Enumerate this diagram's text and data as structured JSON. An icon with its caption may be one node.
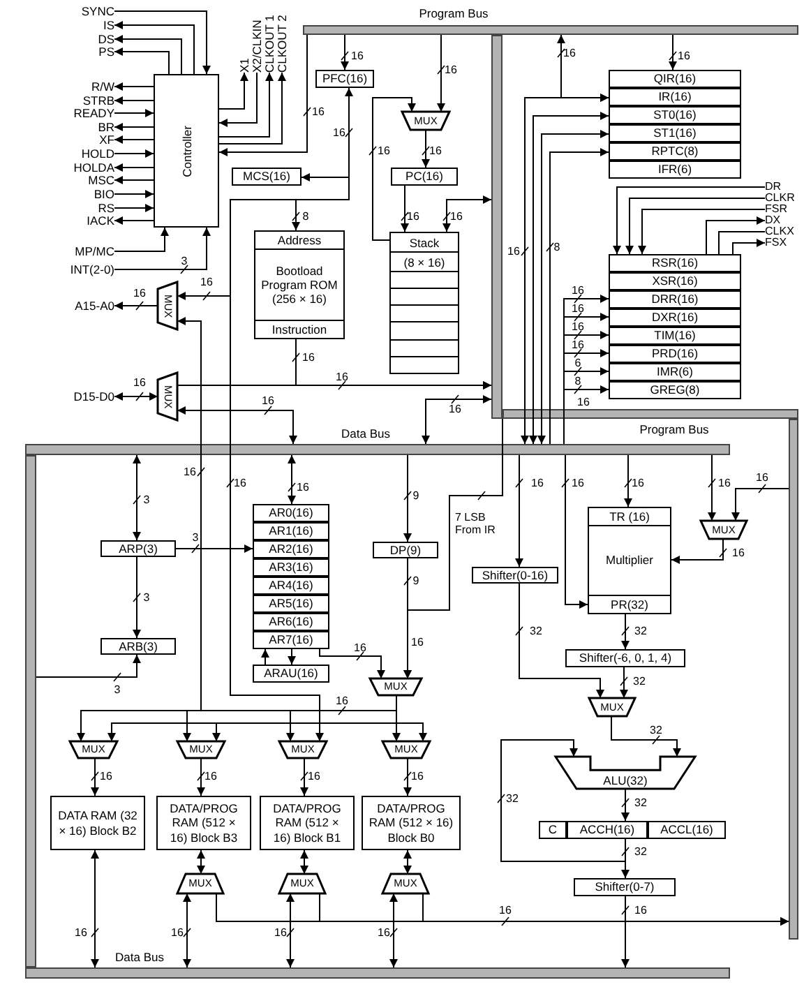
{
  "diagram": {
    "nodes": [
      {
        "text": [
          "SYNC"
        ]
      },
      {
        "text": [
          "IS"
        ]
      },
      {
        "text": [
          "DS"
        ]
      },
      {
        "text": [
          "PS"
        ]
      },
      {
        "text": [
          "R/W"
        ]
      },
      {
        "text": [
          "STRB"
        ]
      },
      {
        "text": [
          "READY"
        ]
      },
      {
        "text": [
          "BR"
        ]
      },
      {
        "text": [
          "XF"
        ]
      },
      {
        "text": [
          "HOLD"
        ]
      },
      {
        "text": [
          "HOLDA"
        ]
      },
      {
        "text": [
          "MSC"
        ]
      },
      {
        "text": [
          "BIO"
        ]
      },
      {
        "text": [
          "RS"
        ]
      },
      {
        "text": [
          "IACK"
        ]
      },
      {
        "text": [
          "MP/MC"
        ]
      },
      {
        "text": [
          "INT(2-0)"
        ]
      },
      {
        "text": [
          "Controller"
        ]
      },
      {
        "text": [
          "X1"
        ]
      },
      {
        "text": [
          "X2/CLKIN"
        ]
      },
      {
        "text": [
          "CLKOUT 1"
        ]
      },
      {
        "text": [
          "CLKOUT 2"
        ]
      },
      {
        "text": [
          "PFC(16)"
        ]
      },
      {
        "text": [
          "MUX"
        ]
      },
      {
        "text": [
          "PC(16)"
        ]
      },
      {
        "text": [
          "MCS(16)"
        ]
      },
      {
        "text": [
          "Address",
          "Bootload Program ROM (256 × 16)",
          "Instruction"
        ]
      },
      {
        "text": [
          "Stack",
          "(8 × 16)"
        ]
      },
      {
        "text": [
          "MUX"
        ]
      },
      {
        "text": [
          "A15-A0"
        ]
      },
      {
        "text": [
          "MUX"
        ]
      },
      {
        "text": [
          "D15-D0"
        ]
      },
      {
        "text": [
          "QIR(16)"
        ]
      },
      {
        "text": [
          "IR(16)"
        ]
      },
      {
        "text": [
          "ST0(16)"
        ]
      },
      {
        "text": [
          "ST1(16)"
        ]
      },
      {
        "text": [
          "RPTC(8)"
        ]
      },
      {
        "text": [
          "IFR(6)"
        ]
      },
      {
        "text": [
          "DR"
        ]
      },
      {
        "text": [
          "CLKR"
        ]
      },
      {
        "text": [
          "FSR"
        ]
      },
      {
        "text": [
          "DX"
        ]
      },
      {
        "text": [
          "CLKX"
        ]
      },
      {
        "text": [
          "FSX"
        ]
      },
      {
        "text": [
          "RSR(16)"
        ]
      },
      {
        "text": [
          "XSR(16)"
        ]
      },
      {
        "text": [
          "DRR(16)"
        ]
      },
      {
        "text": [
          "DXR(16)"
        ]
      },
      {
        "text": [
          "TIM(16)"
        ]
      },
      {
        "text": [
          "PRD(16)"
        ]
      },
      {
        "text": [
          "IMR(6)"
        ]
      },
      {
        "text": [
          "GREG(8)"
        ]
      },
      {
        "text": [
          "ARP(3)"
        ]
      },
      {
        "text": [
          "ARB(3)"
        ]
      },
      {
        "text": [
          "AR0(16)"
        ]
      },
      {
        "text": [
          "AR1(16)"
        ]
      },
      {
        "text": [
          "AR2(16)"
        ]
      },
      {
        "text": [
          "AR3(16)"
        ]
      },
      {
        "text": [
          "AR4(16)"
        ]
      },
      {
        "text": [
          "AR5(16)"
        ]
      },
      {
        "text": [
          "AR6(16)"
        ]
      },
      {
        "text": [
          "AR7(16)"
        ]
      },
      {
        "text": [
          "ARAU(16)"
        ]
      },
      {
        "text": [
          "DP(9)"
        ]
      },
      {
        "text": [
          "MUX"
        ]
      },
      {
        "text": [
          "TR (16)",
          "Multiplier",
          "PR(32)"
        ]
      },
      {
        "text": [
          "MUX"
        ]
      },
      {
        "text": [
          "Shifter(0-16)"
        ]
      },
      {
        "text": [
          "Shifter(-6, 0, 1, 4)"
        ]
      },
      {
        "text": [
          "MUX"
        ]
      },
      {
        "text": [
          "ALU(32)"
        ]
      },
      {
        "text": [
          "C"
        ]
      },
      {
        "text": [
          "ACCH(16)"
        ]
      },
      {
        "text": [
          "ACCL(16)"
        ]
      },
      {
        "text": [
          "Shifter(0-7)"
        ]
      },
      {
        "text": [
          "MUX"
        ]
      },
      {
        "text": [
          "MUX"
        ]
      },
      {
        "text": [
          "MUX"
        ]
      },
      {
        "text": [
          "MUX"
        ]
      },
      {
        "text": [
          "DATA RAM (32 × 16) Block B2"
        ]
      },
      {
        "text": [
          "DATA/PROG RAM (512 × 16) Block B3"
        ]
      },
      {
        "text": [
          "DATA/PROG RAM (512 × 16) Block B1"
        ]
      },
      {
        "text": [
          "DATA/PROG RAM (512 × 16) Block B0"
        ]
      },
      {
        "text": [
          "MUX"
        ]
      },
      {
        "text": [
          "MUX"
        ]
      },
      {
        "text": [
          "MUX"
        ]
      },
      {
        "text": [],
        "shape": "bar",
        "beside": [
          "Program Bus"
        ]
      },
      {
        "text": [],
        "shape": "bar"
      },
      {
        "text": [],
        "shape": "bar",
        "beside": [
          "Program Bus"
        ]
      },
      {
        "text": [],
        "shape": "bar"
      },
      {
        "text": [],
        "shape": "bar",
        "beside": [
          "Data Bus"
        ]
      },
      {
        "text": [],
        "shape": "bar"
      },
      {
        "text": [],
        "shape": "bar",
        "beside": [
          "Data Bus"
        ]
      }
    ],
    "edges": [
      {
        "from": 0,
        "to": 17,
        "arrow": "to"
      },
      {
        "from": 17,
        "to": 1,
        "arrow": "to"
      },
      {
        "from": 17,
        "to": 2,
        "arrow": "to"
      },
      {
        "from": 17,
        "to": 3,
        "arrow": "to"
      },
      {
        "from": 17,
        "to": 4,
        "arrow": "to"
      },
      {
        "from": 17,
        "to": 5,
        "arrow": "to"
      },
      {
        "from": 6,
        "to": 17,
        "arrow": "to"
      },
      {
        "from": 17,
        "to": 7,
        "arrow": "to"
      },
      {
        "from": 17,
        "to": 8,
        "arrow": "to"
      },
      {
        "from": 9,
        "to": 17,
        "arrow": "to"
      },
      {
        "from": 17,
        "to": 10,
        "arrow": "to"
      },
      {
        "from": 17,
        "to": 11,
        "arrow": "to"
      },
      {
        "from": 12,
        "to": 17,
        "arrow": "to"
      },
      {
        "from": 13,
        "to": 17,
        "arrow": "to"
      },
      {
        "from": 17,
        "to": 14,
        "arrow": "to"
      },
      {
        "from": 15,
        "to": 17,
        "arrow": "to"
      },
      {
        "from": 16,
        "to": 17,
        "arrow": "to",
        "label": "3"
      },
      {
        "from": 17,
        "to": 18,
        "arrow": "to"
      },
      {
        "from": 19,
        "to": 17,
        "arrow": "to"
      },
      {
        "from": 17,
        "to": 20,
        "arrow": "to"
      },
      {
        "from": 17,
        "to": 21,
        "arrow": "to"
      },
      {
        "from": 86,
        "to": 17,
        "arrow": "to",
        "label": "16"
      },
      {
        "from": 86,
        "to": 22,
        "arrow": "to",
        "label": "16"
      },
      {
        "from": 22,
        "to": 26,
        "arrow": "to",
        "label": "8"
      },
      {
        "from": 22,
        "to": 25,
        "arrow": "both",
        "label": "16"
      },
      {
        "from": 86,
        "to": 23,
        "arrow": "to",
        "label": "16"
      },
      {
        "from": 23,
        "to": 24,
        "arrow": "to",
        "label": "16"
      },
      {
        "from": 27,
        "to": 23,
        "arrow": "to",
        "label": "16"
      },
      {
        "from": 24,
        "to": 27,
        "arrow": "to",
        "label": "16"
      },
      {
        "from": 27,
        "to": 87,
        "arrow": "both",
        "label": "16"
      },
      {
        "from": 22,
        "to": 28,
        "arrow": "to",
        "label": "16"
      },
      {
        "from": 28,
        "to": 29,
        "arrow": "to",
        "label": "16"
      },
      {
        "from": 64,
        "to": 28,
        "arrow": "to",
        "label": "16"
      },
      {
        "from": 26,
        "to": 87,
        "arrow": "to",
        "label": "16"
      },
      {
        "from": 30,
        "to": 87,
        "arrow": "to",
        "label": "16"
      },
      {
        "from": 31,
        "to": 30,
        "arrow": "both",
        "label": "16"
      },
      {
        "from": 90,
        "to": 30,
        "arrow": "both",
        "label": "16"
      },
      {
        "from": 90,
        "to": 87,
        "arrow": "both",
        "label": "16"
      },
      {
        "from": 86,
        "to": 32,
        "arrow": "to",
        "label": "16"
      },
      {
        "from": 86,
        "to": 33,
        "arrow": "both",
        "label": "16"
      },
      {
        "from": 90,
        "to": 33,
        "arrow": "both",
        "label": "16"
      },
      {
        "from": 90,
        "to": 34,
        "arrow": "both"
      },
      {
        "from": 90,
        "to": 35,
        "arrow": "both"
      },
      {
        "from": 90,
        "to": 36,
        "arrow": "to",
        "label": "8"
      },
      {
        "from": 38,
        "to": 44,
        "arrow": "to"
      },
      {
        "from": 39,
        "to": 44,
        "arrow": "to"
      },
      {
        "from": 40,
        "to": 44,
        "arrow": "to"
      },
      {
        "from": 44,
        "to": 41,
        "arrow": "to"
      },
      {
        "from": 44,
        "to": 42,
        "arrow": "none"
      },
      {
        "from": 44,
        "to": 43,
        "arrow": "to"
      },
      {
        "from": 90,
        "to": 46,
        "arrow": "to",
        "label": "16"
      },
      {
        "from": 90,
        "to": 47,
        "arrow": "to",
        "label": "16"
      },
      {
        "from": 90,
        "to": 48,
        "arrow": "to",
        "label": "16"
      },
      {
        "from": 90,
        "to": 49,
        "arrow": "to",
        "label": "16"
      },
      {
        "from": 90,
        "to": 50,
        "arrow": "to",
        "label": "6"
      },
      {
        "from": 90,
        "to": 51,
        "arrow": "to",
        "label": "8"
      },
      {
        "from": 90,
        "to": 52,
        "arrow": "both",
        "label": "3"
      },
      {
        "from": 52,
        "to": 53,
        "arrow": "to",
        "label": "3"
      },
      {
        "from": 91,
        "to": 53,
        "arrow": "to",
        "label": "3"
      },
      {
        "from": 52,
        "to": 56,
        "arrow": "to",
        "label": "3"
      },
      {
        "from": 90,
        "to": 54,
        "arrow": "both",
        "label": "16"
      },
      {
        "from": 62,
        "to": 61,
        "arrow": "to"
      },
      {
        "from": 61,
        "to": 62,
        "arrow": "to"
      },
      {
        "from": 61,
        "to": 64,
        "arrow": "to",
        "label": "16"
      },
      {
        "from": 90,
        "to": 63,
        "arrow": "to",
        "label": "9"
      },
      {
        "from": 63,
        "to": 64,
        "arrow": "to",
        "label": "9"
      },
      {
        "from": 87,
        "to": 64,
        "arrow": "to",
        "label": "7 LSB From IR"
      },
      {
        "from": 90,
        "to": 67,
        "arrow": "to",
        "label": "16"
      },
      {
        "from": 90,
        "to": 65,
        "arrow": "to",
        "label": "16"
      },
      {
        "from": 90,
        "to": 65,
        "arrow": "to",
        "label": "16"
      },
      {
        "from": 90,
        "to": 66,
        "arrow": "to",
        "label": "16"
      },
      {
        "from": 89,
        "to": 66,
        "arrow": "to",
        "label": "16"
      },
      {
        "from": 66,
        "to": 65,
        "arrow": "to",
        "label": "16"
      },
      {
        "from": 67,
        "to": 69,
        "arrow": "to",
        "label": "32"
      },
      {
        "from": 65,
        "to": 68,
        "arrow": "to",
        "label": "32"
      },
      {
        "from": 68,
        "to": 69,
        "arrow": "to",
        "label": "32"
      },
      {
        "from": 69,
        "to": 70,
        "arrow": "to",
        "label": "32"
      },
      {
        "from": 72,
        "to": 70,
        "arrow": "to",
        "label": "32"
      },
      {
        "from": 70,
        "to": 72,
        "arrow": "to",
        "label": "32"
      },
      {
        "from": 72,
        "to": 74,
        "arrow": "to",
        "label": "32"
      },
      {
        "from": 74,
        "to": 92,
        "arrow": "to",
        "label": "16"
      },
      {
        "from": 75,
        "to": 79,
        "arrow": "to",
        "label": "16"
      },
      {
        "from": 76,
        "to": 80,
        "arrow": "to",
        "label": "16"
      },
      {
        "from": 77,
        "to": 81,
        "arrow": "to",
        "label": "16"
      },
      {
        "from": 78,
        "to": 82,
        "arrow": "to",
        "label": "16"
      },
      {
        "from": 79,
        "to": 92,
        "arrow": "both",
        "label": "16"
      },
      {
        "from": 80,
        "to": 83,
        "arrow": "both"
      },
      {
        "from": 81,
        "to": 84,
        "arrow": "both"
      },
      {
        "from": 82,
        "to": 85,
        "arrow": "both"
      },
      {
        "from": 92,
        "to": 83,
        "arrow": "both",
        "label": "16"
      },
      {
        "from": 92,
        "to": 84,
        "arrow": "both",
        "label": "16"
      },
      {
        "from": 92,
        "to": 85,
        "arrow": "both",
        "label": "16"
      },
      {
        "from": 83,
        "to": 89,
        "arrow": "to",
        "label": "16"
      },
      {
        "from": 84,
        "to": 89,
        "arrow": "to"
      },
      {
        "from": 85,
        "to": 89,
        "arrow": "to"
      },
      {
        "from": 64,
        "to": 75,
        "arrow": "to",
        "label": "16"
      },
      {
        "from": 64,
        "to": 76,
        "arrow": "to"
      },
      {
        "from": 64,
        "to": 77,
        "arrow": "to"
      },
      {
        "from": 64,
        "to": 78,
        "arrow": "to"
      },
      {
        "from": 22,
        "to": 75,
        "arrow": "to",
        "label": "16"
      },
      {
        "from": 22,
        "to": 76,
        "arrow": "to"
      },
      {
        "from": 22,
        "to": 77,
        "arrow": "to"
      },
      {
        "from": 22,
        "to": 78,
        "arrow": "to"
      }
    ],
    "labels": [
      "16",
      "16"
    ]
  }
}
